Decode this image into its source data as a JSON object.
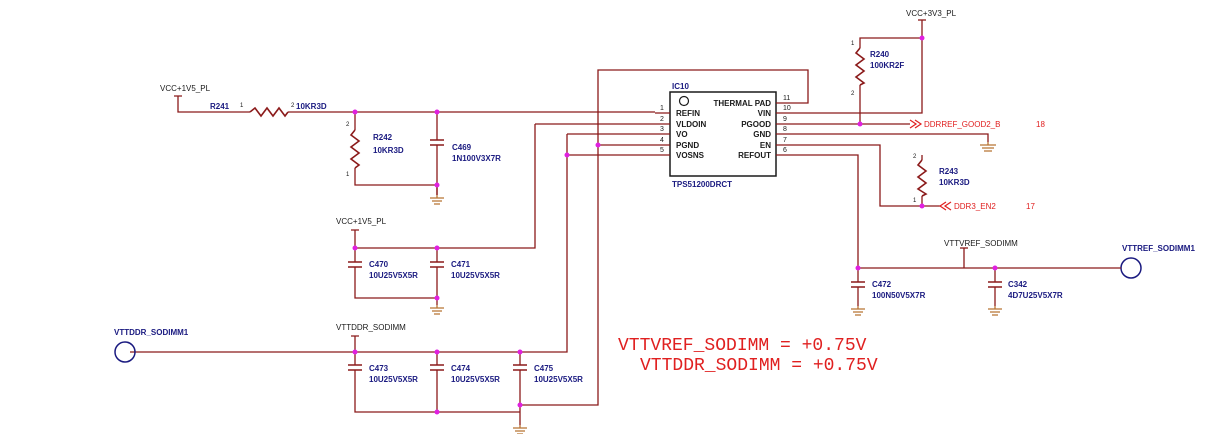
{
  "ic": {
    "ref": "IC10",
    "part": "TPS51200DRCT",
    "pins_left": [
      {
        "num": "1",
        "name": "REFIN"
      },
      {
        "num": "2",
        "name": "VLDOIN"
      },
      {
        "num": "3",
        "name": "VO"
      },
      {
        "num": "4",
        "name": "PGND"
      },
      {
        "num": "5",
        "name": "VOSNS"
      }
    ],
    "pins_right": [
      {
        "num": "11",
        "name": "THERMAL PAD"
      },
      {
        "num": "10",
        "name": "VIN"
      },
      {
        "num": "9",
        "name": "PGOOD"
      },
      {
        "num": "8",
        "name": "GND"
      },
      {
        "num": "7",
        "name": "EN"
      },
      {
        "num": "6",
        "name": "REFOUT"
      }
    ]
  },
  "nets": {
    "vcc3v3": "VCC+3V3_PL",
    "vcc1v5_top": "VCC+1V5_PL",
    "vcc1v5_mid": "VCC+1V5_PL",
    "vttref_net": "VTTVREF_SODIMM",
    "vttddr_net": "VTTDDR_SODIMM"
  },
  "ports": {
    "vttref_port": "VTTREF_SODIMM1",
    "vttddr_port": "VTTDDR_SODIMM1",
    "pgood": {
      "label": "DDRREF_GOOD2_B",
      "page": "18"
    },
    "en": {
      "label": "DDR3_EN2",
      "page": "17"
    }
  },
  "components": {
    "r241": {
      "ref": "R241",
      "value": "10KR3D",
      "pin1": "1",
      "pin2": "2"
    },
    "r242": {
      "ref": "R242",
      "value": "10KR3D"
    },
    "c469": {
      "ref": "C469",
      "value": "1N100V3X7R"
    },
    "r240": {
      "ref": "R240",
      "value": "100KR2F"
    },
    "r243": {
      "ref": "R243",
      "value": "10KR3D"
    },
    "c470": {
      "ref": "C470",
      "value": "10U25V5X5R"
    },
    "c471": {
      "ref": "C471",
      "value": "10U25V5X5R"
    },
    "c472": {
      "ref": "C472",
      "value": "100N50V5X7R"
    },
    "c342": {
      "ref": "C342",
      "value": "4D7U25V5X7R"
    },
    "c473": {
      "ref": "C473",
      "value": "10U25V5X5R"
    },
    "c474": {
      "ref": "C474",
      "value": "10U25V5X5R"
    },
    "c475": {
      "ref": "C475",
      "value": "10U25V5X5R"
    }
  },
  "pin_marks": {
    "one": "1",
    "two": "2"
  },
  "notes": {
    "line1": "VTTVREF_SODIMM = +0.75V",
    "line2": "VTTDDR_SODIMM = +0.75V"
  },
  "colors": {
    "wire": "#8b1a1a",
    "junction": "#e020e0",
    "ground": "#b87333",
    "port_text": "#e02020",
    "label_text": "#1a1a80"
  }
}
